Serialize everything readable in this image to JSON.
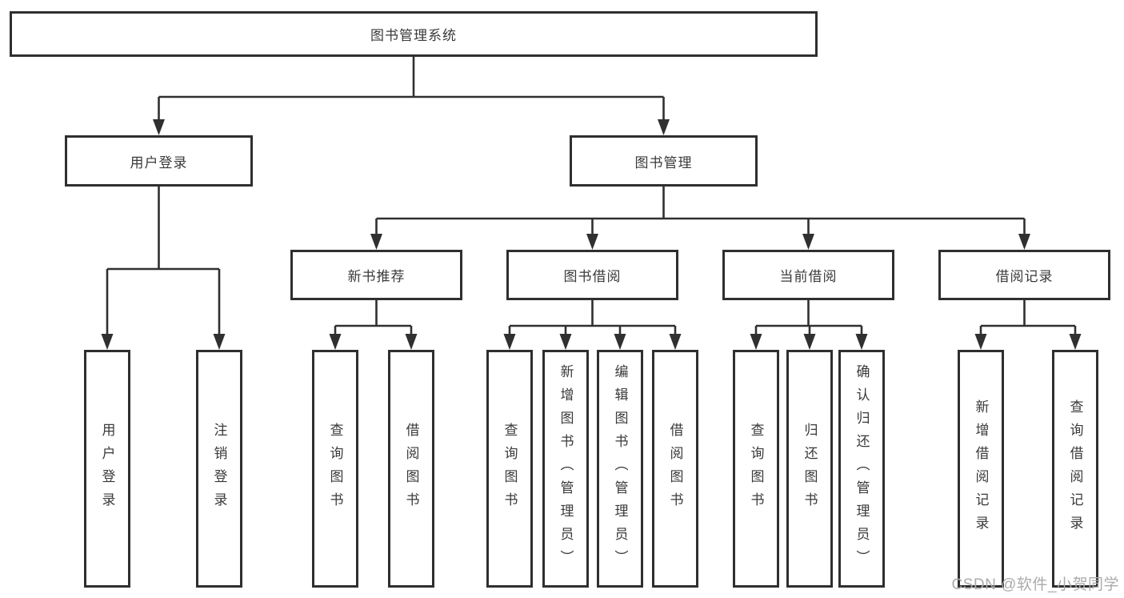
{
  "tree": {
    "label": "图书管理系统",
    "children": [
      {
        "label": "用户登录",
        "children": [
          {
            "label": "用户登录"
          },
          {
            "label": "注销登录"
          }
        ]
      },
      {
        "label": "图书管理",
        "children": [
          {
            "label": "新书推荐",
            "children": [
              {
                "label": "查询图书"
              },
              {
                "label": "借阅图书"
              }
            ]
          },
          {
            "label": "图书借阅",
            "children": [
              {
                "label": "查询图书"
              },
              {
                "label": "新增图书（管理员）"
              },
              {
                "label": "编辑图书（管理员）"
              },
              {
                "label": "借阅图书"
              }
            ]
          },
          {
            "label": "当前借阅",
            "children": [
              {
                "label": "查询图书"
              },
              {
                "label": "归还图书"
              },
              {
                "label": "确认归还（管理员）"
              }
            ]
          },
          {
            "label": "借阅记录",
            "children": [
              {
                "label": "新增借阅记录"
              },
              {
                "label": "查询借阅记录"
              }
            ]
          }
        ]
      }
    ]
  },
  "watermark": {
    "text": "CSDN @软件_小贺同学"
  },
  "colors": {
    "line": "#303030",
    "box_border": "#2f2f2f",
    "text": "#3a3a3a",
    "watermark": "#ababab",
    "background": "#ffffff"
  }
}
